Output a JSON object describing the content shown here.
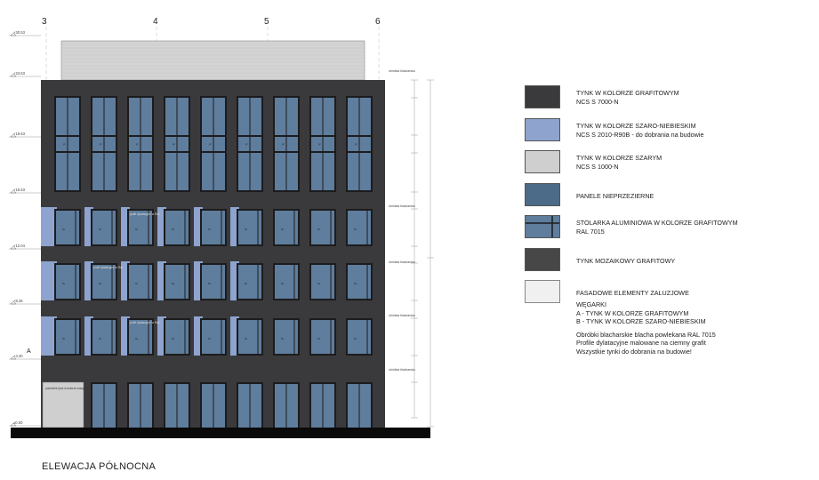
{
  "elevation_title": "ELEWACJA PÓŁNOCNA",
  "grid_axes": [
    "3",
    "4",
    "5",
    "6"
  ],
  "level_marks": [
    "+30.53",
    "+23.63",
    "+19.63",
    "+15.53",
    "+12.04",
    "+8.26",
    "+4.40",
    "±0.00"
  ],
  "side_label": "A",
  "annotations": {
    "flashing": "obróbka blacharska",
    "window_note_1": "grafit dylatacyjne w RAL",
    "window_note_2": "profil dylatacyjne w RAL",
    "window_note_3": "profil dylatacyjne w RAL",
    "entrance_note": "podcienie tynk w kolorze szarym",
    "panel_code": "fix",
    "sash_code": "pr"
  },
  "legend": [
    {
      "id": "graphite-render",
      "line1": "TYNK W KOLORZE GRAFITOWYM",
      "line2": "NCS S 7000-N",
      "color": "#3a3a3c"
    },
    {
      "id": "grey-blue-render",
      "line1": "TYNK W KOLORZE SZARO-NIEBIESKIM",
      "line2": "NCS S 2010-R90B - do dobrania na budowie",
      "color": "#8ea4cf"
    },
    {
      "id": "grey-render",
      "line1": "TYNK W KOLORZE SZARYM",
      "line2": "NCS S 1000-N",
      "color": "#cfcfcf"
    },
    {
      "id": "opaque-panels",
      "line1": "PANELE NIEPRZEZIERNE",
      "line2": "",
      "color": "#4c6b88"
    },
    {
      "id": "aluminium-joinery",
      "line1": "STOLARKA ALUMINIOWA W KOLORZE GRAFITOWYM",
      "line2": "RAL 7015",
      "color": "#5f7d9c"
    },
    {
      "id": "mosaic-render",
      "line1": "TYNK MOZAIKOWY GRAFITOWY",
      "line2": "",
      "color": "#474747"
    },
    {
      "id": "louvre-elements",
      "line1": "FASADOWE ELEMENTY ZALUZJOWE",
      "line2": "",
      "color": "#f0f0f0"
    }
  ],
  "notes": [
    "WĘGARKI",
    "A - TYNK W KOLORZE GRAFITOWYM",
    "B - TYNK W KOLORZE SZARO-NIEBIESKIM",
    "",
    "Obróbki blacharskie blacha powlekana RAL 7015",
    "Profile dylatacyjne malowane na ciemny grafit",
    "Wszystkie tynki do dobrania na budowie!"
  ],
  "colors": {
    "facade": "#3a3a3c",
    "window_glass": "#5f7d9c",
    "window_frame": "#1c1c1e",
    "light_jamb": "#8ea4cf",
    "roof_louvre": "#d4d4d4",
    "ground": "#0a0a0a"
  }
}
